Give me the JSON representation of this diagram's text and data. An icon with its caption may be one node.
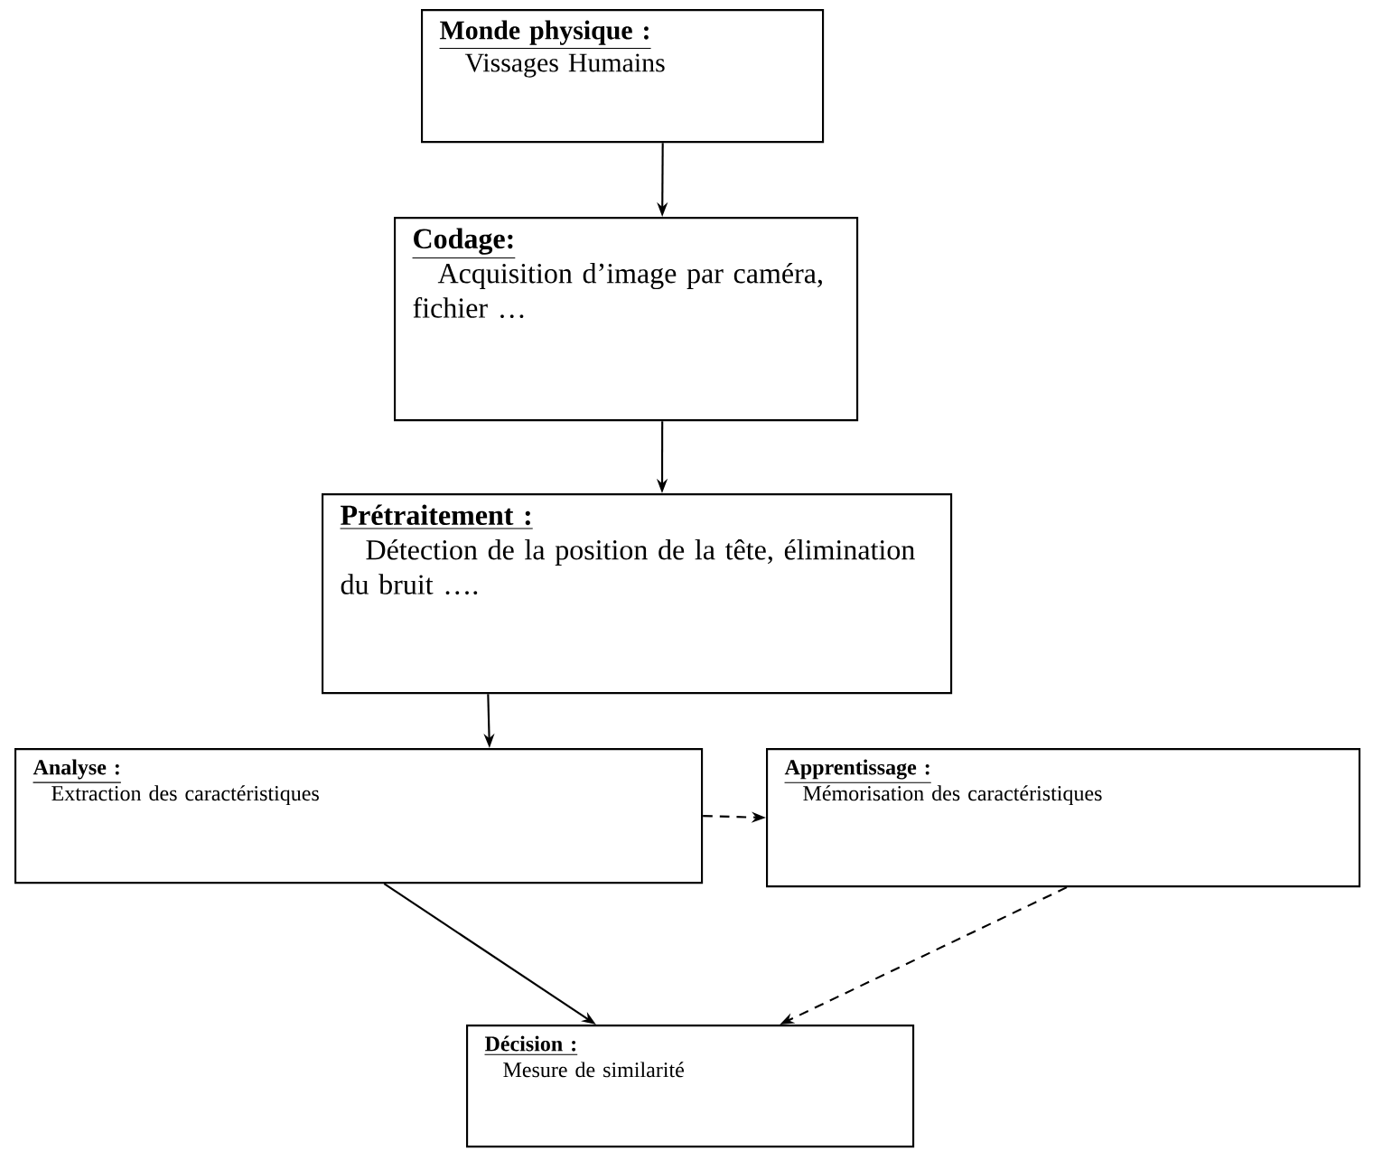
{
  "diagram": {
    "nodes": [
      {
        "text": [
          "Monde physique :",
          "Vissages Humains"
        ]
      },
      {
        "text": [
          "Codage:",
          "Acquisition d’image par caméra, fichier …"
        ]
      },
      {
        "text": [
          "Prétraitement :",
          "Détection de la position de la tête, élimination du bruit …."
        ]
      },
      {
        "text": [
          "Analyse :",
          "Extraction des caractéristiques"
        ]
      },
      {
        "text": [
          "Apprentissage :",
          "Mémorisation des caractéristiques"
        ]
      },
      {
        "text": [
          "Décision :",
          "Mesure de similarité"
        ]
      }
    ],
    "edges": [
      {
        "from": 0,
        "to": 1,
        "arrow": "to"
      },
      {
        "from": 1,
        "to": 2,
        "arrow": "to"
      },
      {
        "from": 2,
        "to": 3,
        "arrow": "to"
      },
      {
        "from": 3,
        "to": 4,
        "arrow": "to",
        "style": "dashed"
      },
      {
        "from": 3,
        "to": 5,
        "arrow": "to"
      },
      {
        "from": 4,
        "to": 5,
        "arrow": "to",
        "style": "dashed"
      }
    ]
  }
}
